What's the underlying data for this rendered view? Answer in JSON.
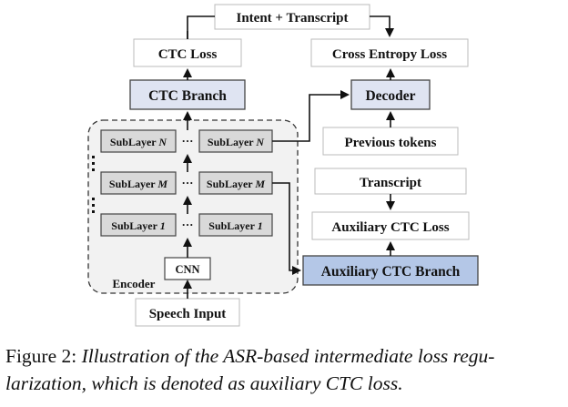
{
  "diagram": {
    "intent_transcript": "Intent + Transcript",
    "ctc_loss": "CTC Loss",
    "cross_entropy_loss": "Cross Entropy Loss",
    "ctc_branch": "CTC Branch",
    "decoder": "Decoder",
    "previous_tokens": "Previous tokens",
    "transcript": "Transcript",
    "auxiliary_ctc_loss": "Auxiliary CTC Loss",
    "auxiliary_ctc_branch": "Auxiliary CTC Branch",
    "encoder": "Encoder",
    "cnn": "CNN",
    "speech_input": "Speech Input",
    "sublayer_word": "SubLayer",
    "sublayer_n": "N",
    "sublayer_m": "M",
    "sublayer_1": "1",
    "ellipsis": "···"
  },
  "caption": {
    "label": "Figure 2:",
    "text": "Illustration of the ASR-based intermediate loss regu-",
    "text2": "larization, which is denoted as auxiliary CTC loss."
  },
  "colors": {
    "branch_fill": "#dfe4f2",
    "aux_branch_fill": "#b4c7e7",
    "sublayer_fill": "#d9d9d9",
    "encoder_fill": "#f2f2f2"
  }
}
